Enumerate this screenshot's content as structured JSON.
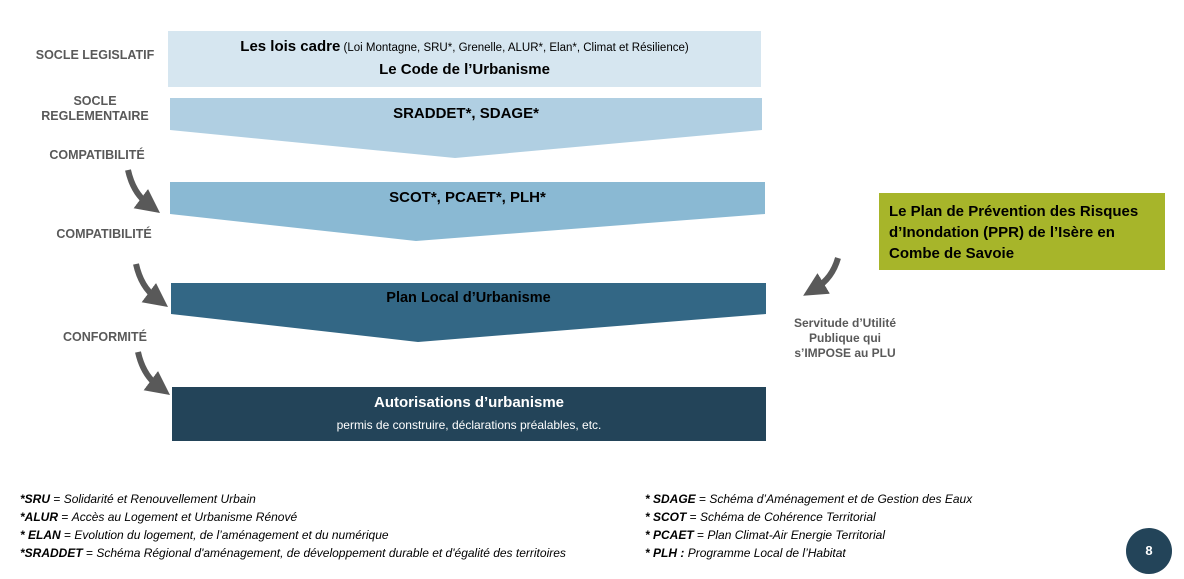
{
  "side_labels": {
    "socle_legislatif": "SOCLE LEGISLATIF",
    "socle_reglementaire_1": "SOCLE",
    "socle_reglementaire_2": "REGLEMENTAIRE",
    "compatibilite_1": "COMPATIBILITÉ",
    "compatibilite_2": "COMPATIBILITÉ",
    "conformite": "CONFORMITÉ"
  },
  "levels": {
    "lois_cadre": {
      "title": "Les lois cadre",
      "detail": " (Loi Montagne, SRU*, Grenelle, ALUR*, Elan*, Climat et Résilience)",
      "subtitle": "Le Code de l’Urbanisme",
      "color": "#d6e6f0"
    },
    "sraddet": {
      "title": "SRADDET*, SDAGE*",
      "color": "#b0cfe2"
    },
    "scot": {
      "title": "SCOT*, PCAET*, PLH*",
      "color": "#8ab9d3"
    },
    "plu": {
      "title": "Plan Local d’Urbanisme",
      "color": "#336785"
    },
    "autorisations": {
      "title": "Autorisations d’urbanisme",
      "subtitle": "permis de construire, déclarations préalables, etc.",
      "color": "#234459"
    }
  },
  "ppr": {
    "text": "Le Plan de Prévention des Risques d’Inondation (PPR) de l’Isère en Combe de Savoie",
    "color": "#a7b52a"
  },
  "servitude": {
    "line1": "Servitude d’Utilité",
    "line2": "Publique qui",
    "line3": "s’IMPOSE au PLU"
  },
  "legend_left": [
    {
      "abbr": "*SRU",
      "sep": " = ",
      "def": "Solidarité et Renouvellement Urbain"
    },
    {
      "abbr": "*ALUR",
      "sep": " = ",
      "def": "Accès au Logement et Urbanisme Rénové"
    },
    {
      "abbr": "* ELAN",
      "sep": " = ",
      "def": "Evolution du logement, de l’aménagement et du numérique"
    },
    {
      "abbr": "*SRADDET",
      "sep": " = ",
      "def": "Schéma Régional d'aménagement, de développement durable et d'égalité des territoires"
    }
  ],
  "legend_right": [
    {
      "abbr": "* SDAGE",
      "sep": " = ",
      "def": "Schéma d’Aménagement et de Gestion des Eaux"
    },
    {
      "abbr": "* SCOT",
      "sep": " = ",
      "def": "Schéma de Cohérence Territorial"
    },
    {
      "abbr": "* PCAET",
      "sep": " = ",
      "def": "Plan Climat-Air Energie Territorial"
    },
    {
      "abbr": "* PLH :",
      "sep": " ",
      "def": "Programme Local de l’Habitat"
    }
  ],
  "page_number": "8",
  "arrow_color": "#595959"
}
